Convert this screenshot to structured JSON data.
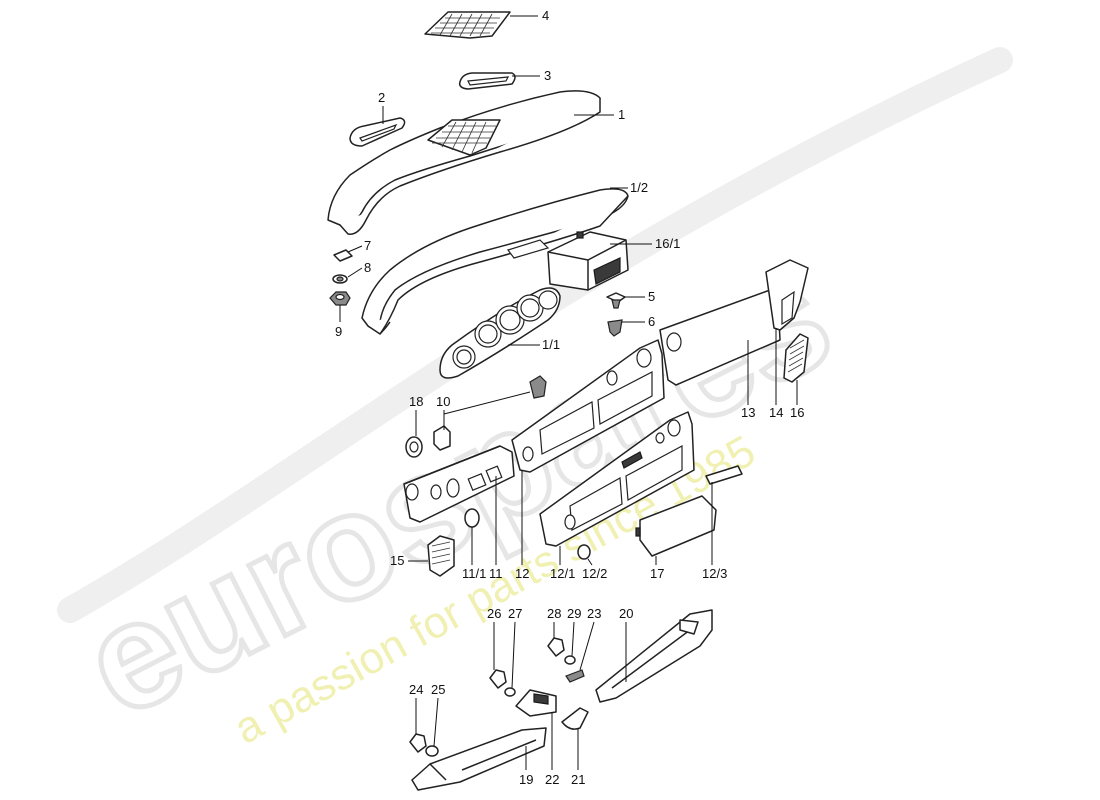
{
  "watermark": {
    "brand": "eurospares",
    "tagline": "a passion for parts since 1985"
  },
  "callouts": [
    {
      "id": "4",
      "label": "4"
    },
    {
      "id": "3",
      "label": "3"
    },
    {
      "id": "2",
      "label": "2"
    },
    {
      "id": "1",
      "label": "1"
    },
    {
      "id": "1_2",
      "label": "1/2"
    },
    {
      "id": "16_1",
      "label": "16/1"
    },
    {
      "id": "7",
      "label": "7"
    },
    {
      "id": "8",
      "label": "8"
    },
    {
      "id": "9",
      "label": "9"
    },
    {
      "id": "5",
      "label": "5"
    },
    {
      "id": "6",
      "label": "6"
    },
    {
      "id": "1_1",
      "label": "1/1"
    },
    {
      "id": "18",
      "label": "18"
    },
    {
      "id": "10",
      "label": "10"
    },
    {
      "id": "13",
      "label": "13"
    },
    {
      "id": "14",
      "label": "14"
    },
    {
      "id": "16",
      "label": "16"
    },
    {
      "id": "15",
      "label": "15"
    },
    {
      "id": "11_1",
      "label": "11/1"
    },
    {
      "id": "11",
      "label": "11"
    },
    {
      "id": "12",
      "label": "12"
    },
    {
      "id": "12_1",
      "label": "12/1"
    },
    {
      "id": "12_2",
      "label": "12/2"
    },
    {
      "id": "17",
      "label": "17"
    },
    {
      "id": "12_3",
      "label": "12/3"
    },
    {
      "id": "26",
      "label": "26"
    },
    {
      "id": "27",
      "label": "27"
    },
    {
      "id": "28",
      "label": "28"
    },
    {
      "id": "29",
      "label": "29"
    },
    {
      "id": "23",
      "label": "23"
    },
    {
      "id": "20",
      "label": "20"
    },
    {
      "id": "24",
      "label": "24"
    },
    {
      "id": "25",
      "label": "25"
    },
    {
      "id": "19",
      "label": "19"
    },
    {
      "id": "22",
      "label": "22"
    },
    {
      "id": "21",
      "label": "21"
    }
  ]
}
